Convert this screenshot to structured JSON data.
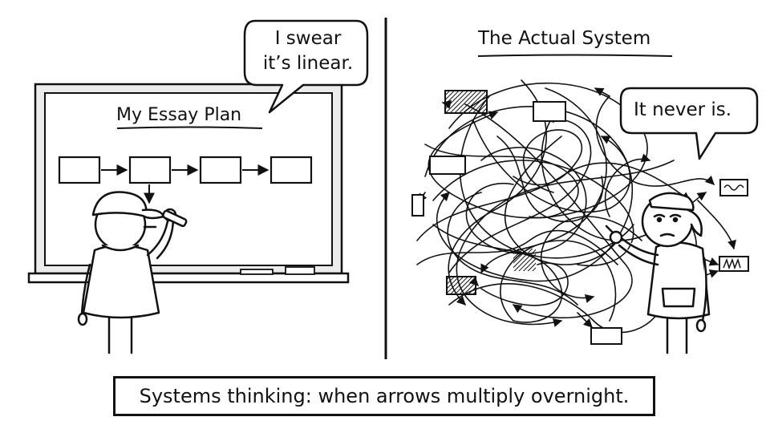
{
  "left_panel": {
    "speech_bubble": {
      "lines": [
        "I swear",
        "it’s linear."
      ]
    },
    "board_title": "My Essay Plan"
  },
  "right_panel": {
    "title": "The Actual System",
    "speech_bubble": {
      "text": "It never is."
    }
  },
  "caption": {
    "text": "Systems thinking: when arrows multiply overnight."
  },
  "colors": {
    "ink": "#111111",
    "paper": "#ffffff",
    "board_frame": "#e9e9e9"
  }
}
